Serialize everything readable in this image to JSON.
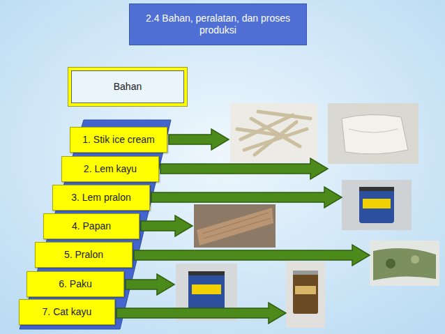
{
  "diagram": {
    "title": "2.4 Bahan, peralatan, dan proses produksi",
    "nodes": [
      {
        "text": [
          "Bahan"
        ]
      },
      {
        "text": [
          "1. Stik ice cream"
        ]
      },
      {
        "text": [
          "2. Lem kayu"
        ]
      },
      {
        "text": [
          "3. Lem pralon"
        ]
      },
      {
        "text": [
          "4. Papan"
        ]
      },
      {
        "text": [
          "5. Pralon"
        ]
      },
      {
        "text": [
          "6. Paku"
        ]
      },
      {
        "text": [
          "7. Cat kayu"
        ]
      }
    ]
  }
}
